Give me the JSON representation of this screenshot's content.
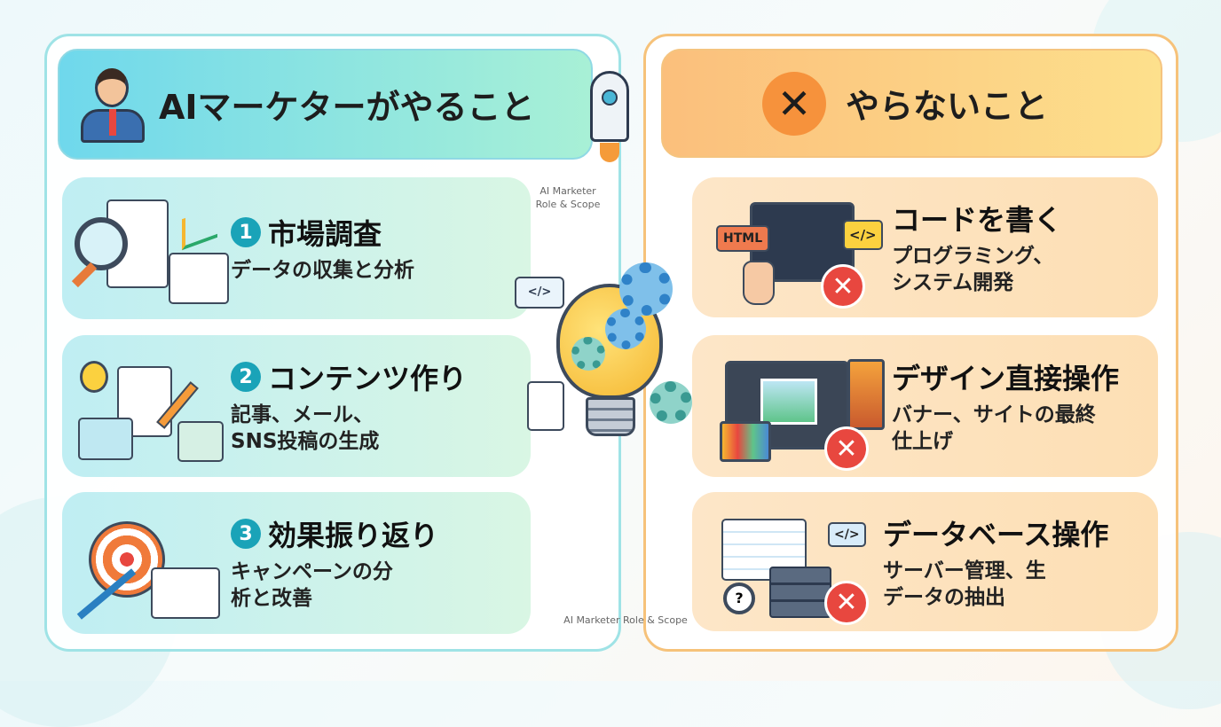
{
  "left": {
    "title": "AIマーケターがやること",
    "items": [
      {
        "number": "1",
        "title": "市場調査",
        "desc": "データの収集と分析"
      },
      {
        "number": "2",
        "title": "コンテンツ作り",
        "desc": "記事、メール、SNS投稿の生成"
      },
      {
        "number": "3",
        "title": "効果振り返り",
        "desc": "キャンペーンの分析と改善"
      }
    ]
  },
  "right": {
    "title": "やらないこと",
    "x_mark": "✕",
    "items": [
      {
        "title": "コードを書く",
        "desc": "プログラミング、システム開発",
        "badge": "HTML",
        "code": "</>"
      },
      {
        "title": "デザイン直接操作",
        "desc": "バナー、サイトの最終仕上げ"
      },
      {
        "title": "データベース操作",
        "desc": "サーバー管理、生データの抽出",
        "code": "</>"
      }
    ]
  },
  "labels": {
    "caption_top": "AI Marketer Role & Scope",
    "caption_bottom": "AI Marketer Role & Scope",
    "code_bubble": "</>"
  },
  "colors": {
    "teal": "#1aa3b8",
    "orange": "#f6a04d",
    "red": "#e8473f"
  }
}
